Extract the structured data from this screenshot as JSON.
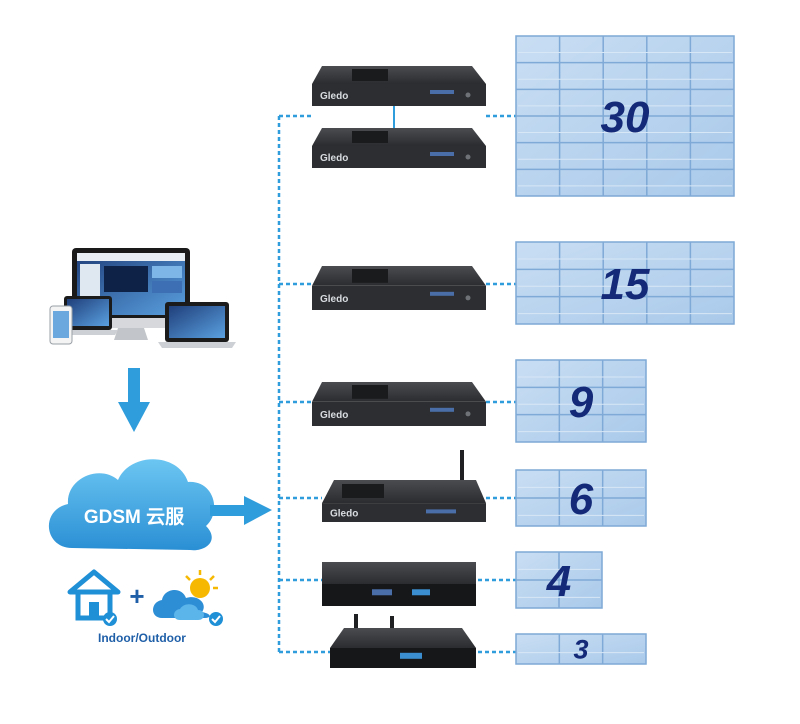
{
  "cloud": {
    "label": "GDSM 云服"
  },
  "environment": {
    "label": "Indoor/Outdoor",
    "home_icon": "home-icon",
    "weather_icon": "weather-icon",
    "plus": "+"
  },
  "walls": [
    {
      "id": "wall-30",
      "count": "30",
      "cols": 5,
      "rows": 6
    },
    {
      "id": "wall-15",
      "count": "15",
      "cols": 5,
      "rows": 3
    },
    {
      "id": "wall-9",
      "count": "9",
      "cols": 3,
      "rows": 3
    },
    {
      "id": "wall-6",
      "count": "6",
      "cols": 3,
      "rows": 2
    },
    {
      "id": "wall-4",
      "count": "4",
      "cols": 2,
      "rows": 2
    },
    {
      "id": "wall-3",
      "count": "3",
      "cols": 3,
      "rows": 1
    }
  ],
  "devices": [
    {
      "id": "player-30-a",
      "logo": "Gledo",
      "type": "rack"
    },
    {
      "id": "player-30-b",
      "logo": "Gledo",
      "type": "rack"
    },
    {
      "id": "player-15",
      "logo": "Gledo",
      "type": "rack"
    },
    {
      "id": "player-9",
      "logo": "Gledo",
      "type": "rack"
    },
    {
      "id": "player-6",
      "logo": "Gledo",
      "type": "antenna-box"
    },
    {
      "id": "player-4",
      "logo": "",
      "type": "slim-box"
    },
    {
      "id": "player-3",
      "logo": "",
      "type": "mini-box"
    }
  ],
  "colors": {
    "accent": "#2f9ddb",
    "wall_fill": "#b7d3ef",
    "wall_grid": "#7fa9d6",
    "count_text": "#142a78",
    "device_dark": "#2c2e31"
  }
}
